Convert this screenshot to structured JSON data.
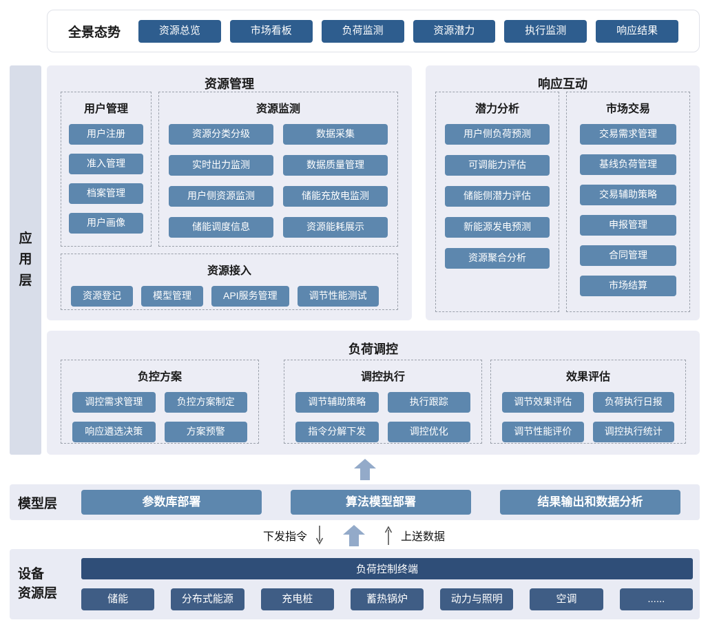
{
  "colors": {
    "dark-btn": "#2e5d8e",
    "mid-btn": "#5d87ae",
    "panel-bg": "#ecedf5",
    "strip-bg": "#e9ebf4",
    "layer-strip-bg": "#d8dde9",
    "terminal-btn": "#2f4e78",
    "device-btn": "#3f5d85",
    "arrow-blue": "#93aac9"
  },
  "top_bar": {
    "title": "全景态势",
    "buttons": [
      "资源总览",
      "市场看板",
      "负荷监测",
      "资源潜力",
      "执行监测",
      "响应结果"
    ]
  },
  "app_layer": {
    "label": "应用层",
    "resource_mgmt": {
      "title": "资源管理",
      "user_mgmt": {
        "title": "用户管理",
        "items": [
          "用户注册",
          "准入管理",
          "档案管理",
          "用户画像"
        ]
      },
      "resource_monitor": {
        "title": "资源监测",
        "items": [
          "资源分类分级",
          "数据采集",
          "实时出力监测",
          "数据质量管理",
          "用户侧资源监测",
          "储能充放电监测",
          "储能调度信息",
          "资源能耗展示"
        ]
      },
      "resource_access": {
        "title": "资源接入",
        "items": [
          "资源登记",
          "模型管理",
          "API服务管理",
          "调节性能测试"
        ]
      }
    },
    "response_interaction": {
      "title": "响应互动",
      "potential": {
        "title": "潜力分析",
        "items": [
          "用户侧负荷预测",
          "可调能力评估",
          "储能侧潜力评估",
          "新能源发电预测",
          "资源聚合分析"
        ]
      },
      "market": {
        "title": "市场交易",
        "items": [
          "交易需求管理",
          "基线负荷管理",
          "交易辅助策略",
          "申报管理",
          "合同管理",
          "市场结算"
        ]
      }
    },
    "load_control": {
      "title": "负荷调控",
      "plan": {
        "title": "负控方案",
        "items": [
          "调控需求管理",
          "负控方案制定",
          "响应遴选决策",
          "方案预警"
        ]
      },
      "execution": {
        "title": "调控执行",
        "items": [
          "调节辅助策略",
          "执行跟踪",
          "指令分解下发",
          "调控优化"
        ]
      },
      "evaluation": {
        "title": "效果评估",
        "items": [
          "调节效果评估",
          "负荷执行日报",
          "调节性能评价",
          "调控执行统计"
        ]
      }
    }
  },
  "model_layer": {
    "label": "模型层",
    "buttons": [
      "参数库部署",
      "算法模型部署",
      "结果输出和数据分析"
    ]
  },
  "flow": {
    "down_label": "下发指令",
    "up_label": "上送数据"
  },
  "device_layer": {
    "label_lines": [
      "设备",
      "资源层"
    ],
    "terminal": "负荷控制终端",
    "devices": [
      "储能",
      "分布式能源",
      "充电桩",
      "蓄热锅炉",
      "动力与照明",
      "空调",
      "......"
    ]
  }
}
